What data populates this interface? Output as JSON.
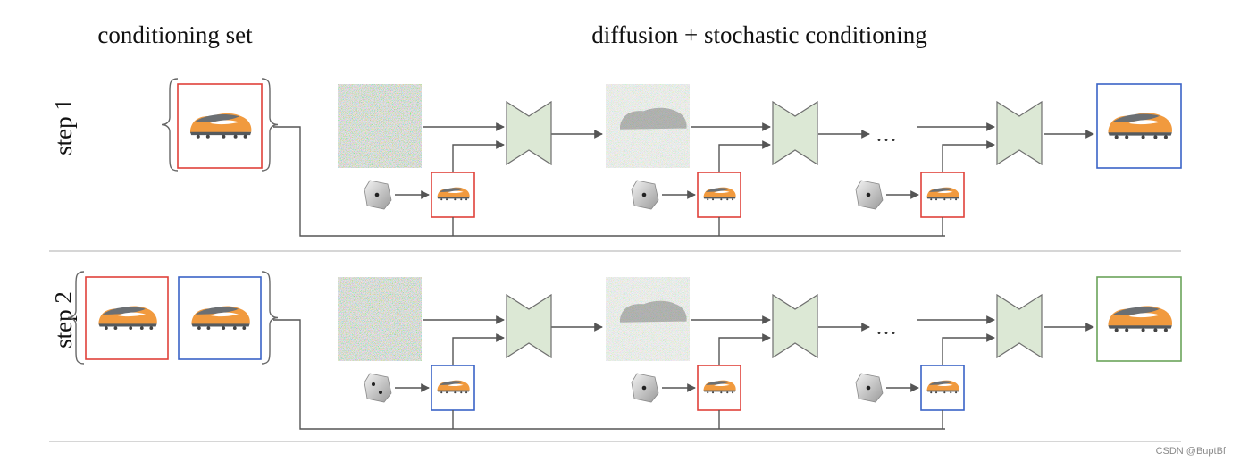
{
  "headers": {
    "conditioning_set": "conditioning set",
    "diffusion": "diffusion + stochastic conditioning"
  },
  "rows": [
    {
      "label": "step 1",
      "set_frames": [
        "red"
      ],
      "cond_frames": [
        "red",
        "red",
        "red"
      ],
      "output_frame": "blue"
    },
    {
      "label": "step 2",
      "set_frames": [
        "red",
        "blue"
      ],
      "cond_frames": [
        "blue",
        "red",
        "blue"
      ],
      "output_frame": "green"
    }
  ],
  "ellipsis": "…",
  "colors": {
    "red": "#e0413a",
    "blue": "#3a63c6",
    "green": "#6aa35a",
    "unet_fill": "#dce8d5",
    "line": "#555555"
  },
  "icons": [
    "noise-image-icon",
    "denoising-network-icon",
    "dice-icon",
    "shoe-icon"
  ],
  "watermark": "CSDN @BuptBf"
}
